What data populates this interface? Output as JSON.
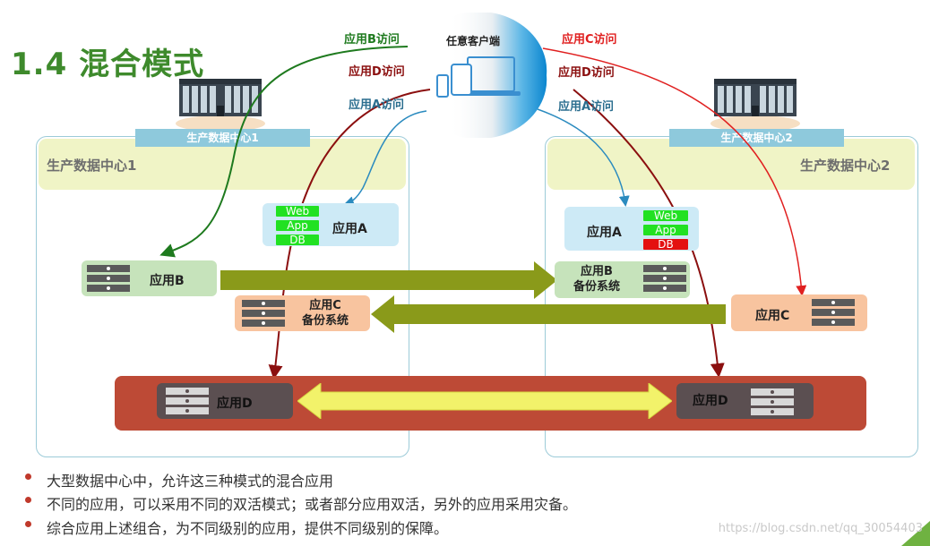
{
  "title": "1.4 混合模式",
  "client": {
    "label": "任意客户端"
  },
  "access": {
    "b_left": "应用B访问",
    "d_left": "应用D访问",
    "a_left": "应用A访问",
    "c_right": "应用C访问",
    "d_right": "应用D访问",
    "a_right": "应用A访问"
  },
  "dc1": {
    "tab": "生产数据中心1",
    "header": "生产数据中心1"
  },
  "dc2": {
    "tab": "生产数据中心2",
    "header": "生产数据中心2"
  },
  "apps": {
    "a_left": {
      "name": "应用A",
      "tiers": [
        "Web",
        "App",
        "DB"
      ]
    },
    "a_right": {
      "name": "应用A",
      "tiers": [
        "Web",
        "App",
        "DB"
      ]
    },
    "b_left": {
      "name": "应用B"
    },
    "b_right": {
      "name": "应用B",
      "sub": "备份系统"
    },
    "c_left": {
      "name": "应用C",
      "sub": "备份系统"
    },
    "c_right": {
      "name": "应用C"
    },
    "d_left": {
      "name": "应用D"
    },
    "d_right": {
      "name": "应用D"
    }
  },
  "colors": {
    "title": "#3e8a2c",
    "green_access": "#1e7a1e",
    "darkred_access": "#8b0f0f",
    "red_access": "#e02020",
    "blue_access": "#2b8bbf",
    "replication": "#8a9a1a",
    "d_band": "#bd4a36",
    "d_arrow": "#f2f26a",
    "tier_ok": "#22e122",
    "tier_down": "#e41010"
  },
  "bullets": [
    "大型数据中心中，允许这三种模式的混合应用",
    "不同的应用，可以采用不同的双活模式；或者部分应用双活，另外的应用采用灾备。",
    "综合应用上述组合，为不同级别的应用，提供不同级别的保障。"
  ],
  "watermark": "https://blog.csdn.net/qq_30054403"
}
